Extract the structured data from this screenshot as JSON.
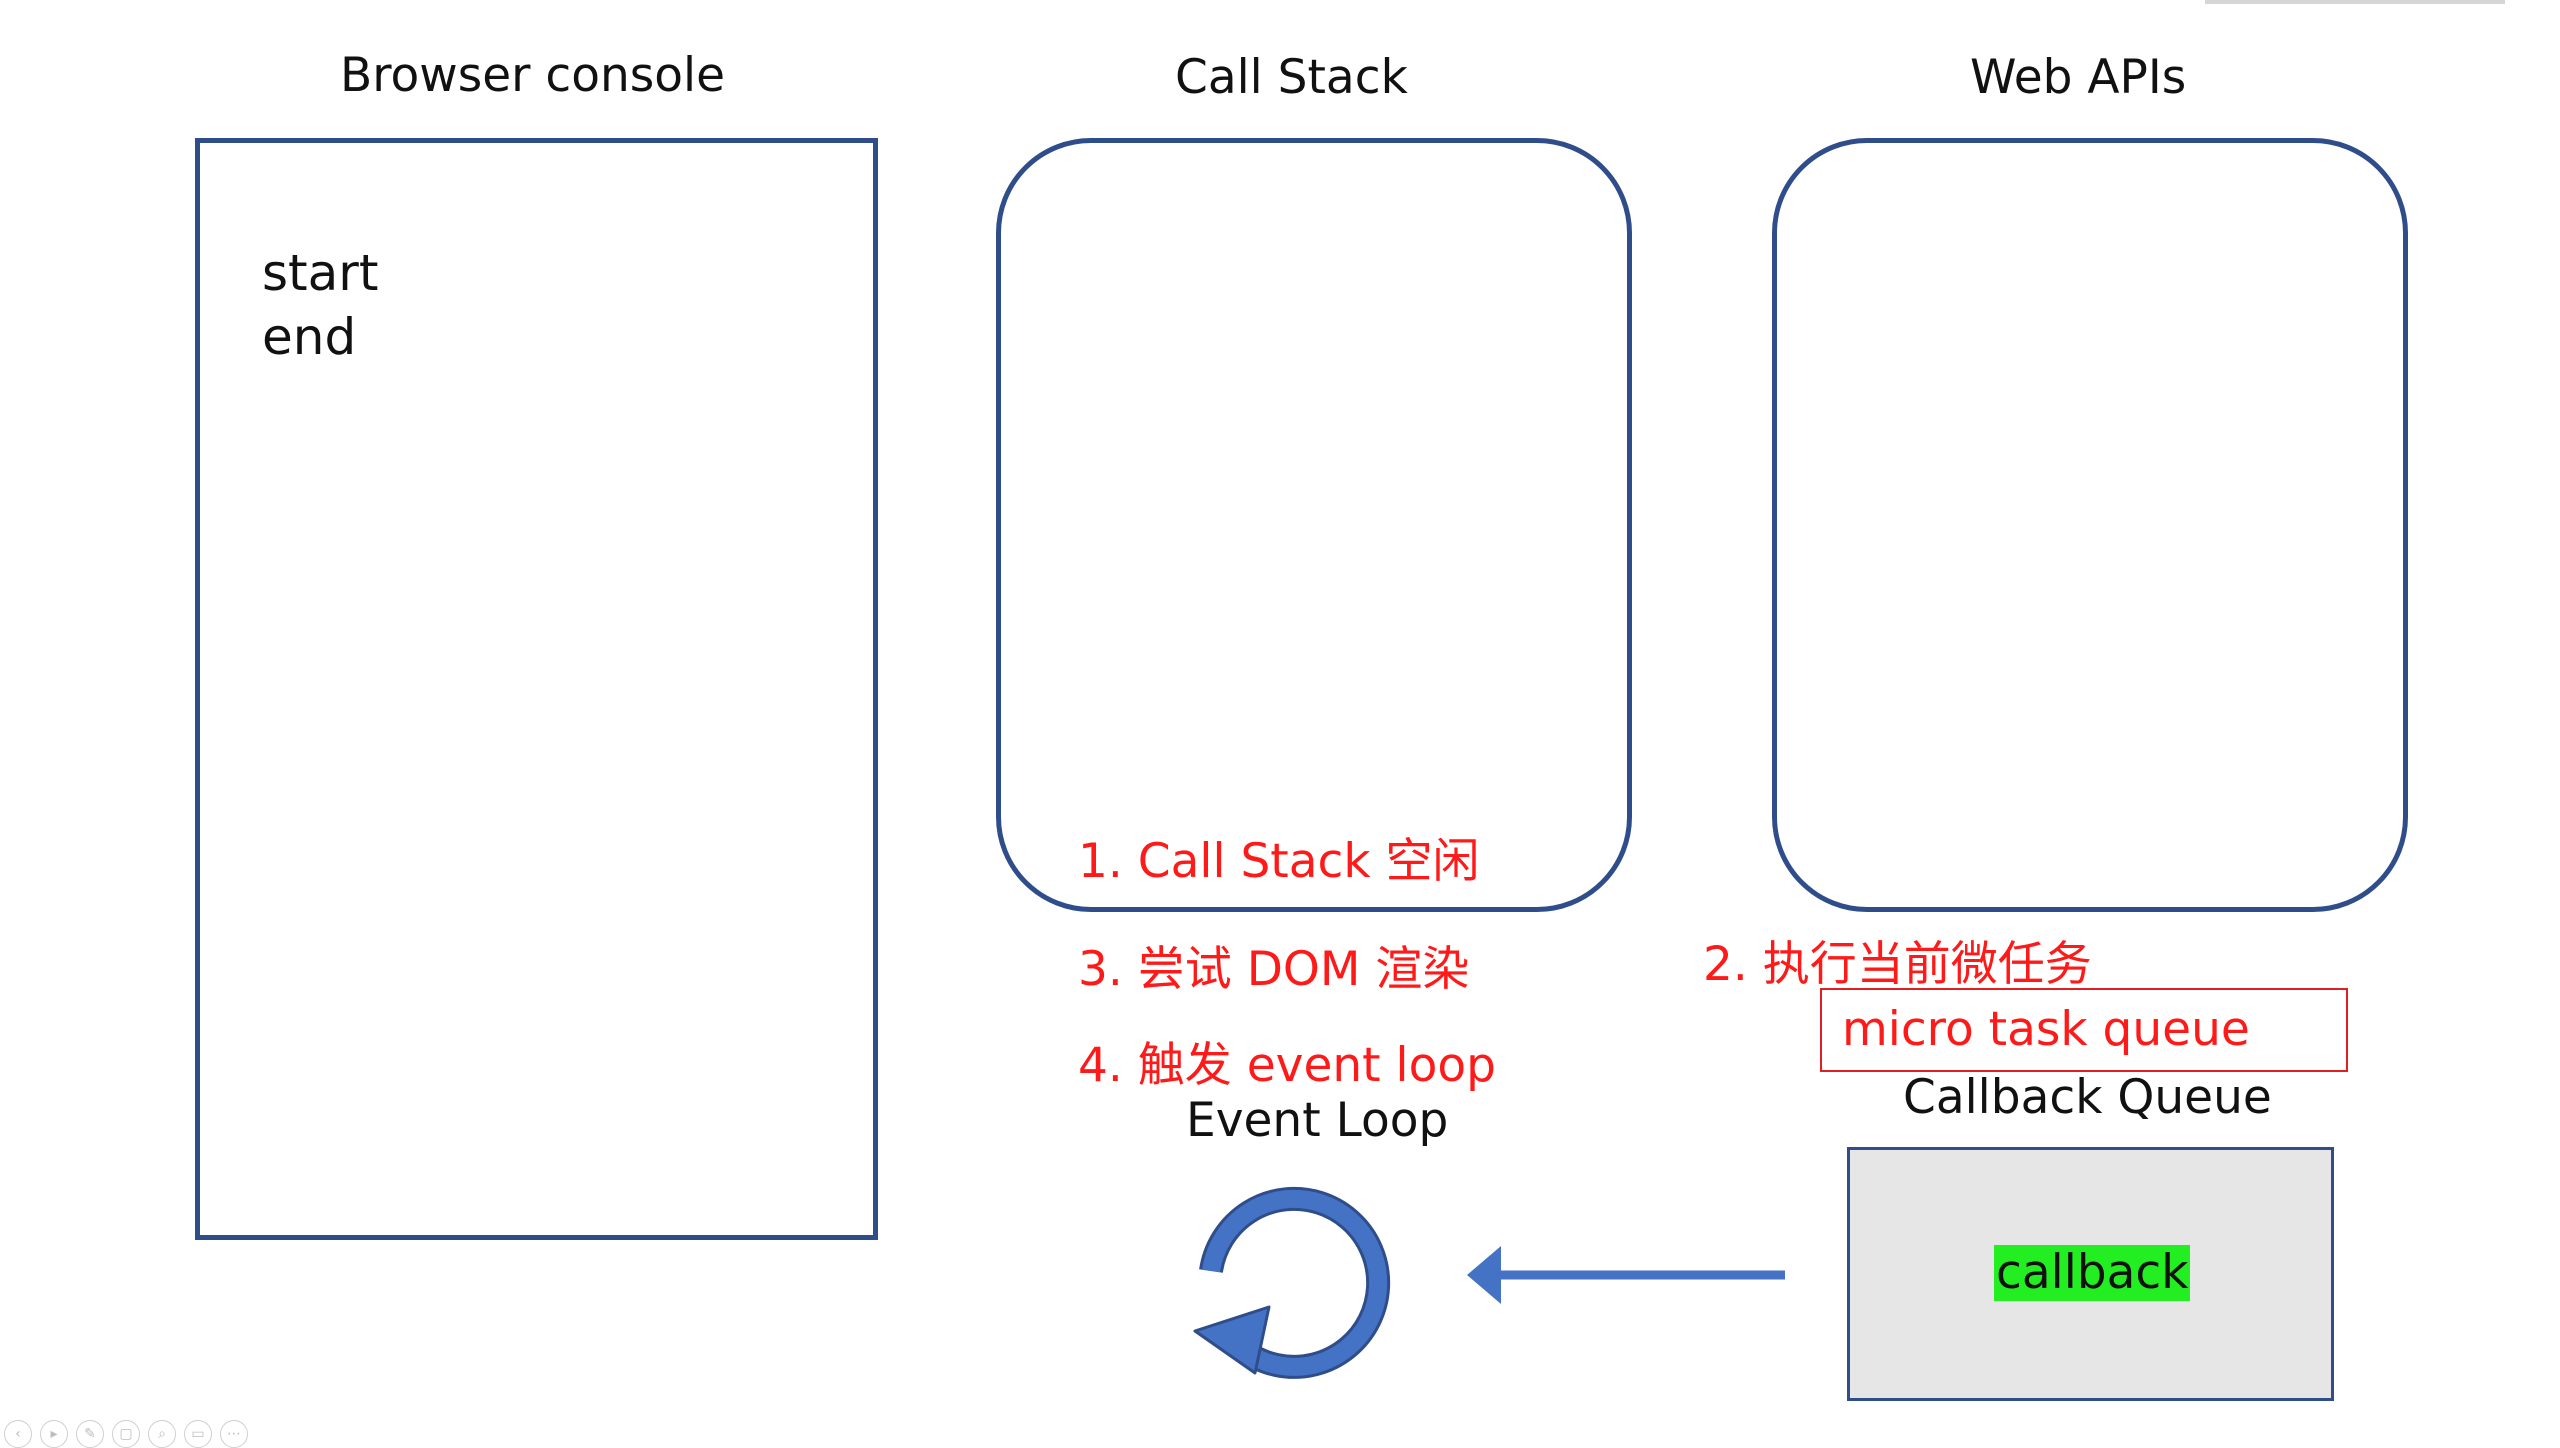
{
  "console": {
    "title": "Browser console",
    "lines": [
      "start",
      "end"
    ]
  },
  "call_stack": {
    "title": "Call Stack",
    "note": "1. Call Stack 空闲"
  },
  "web_apis": {
    "title": "Web APIs"
  },
  "steps": {
    "step2": "2. 执行当前微任务",
    "step3": "3. 尝试 DOM 渲染",
    "step4": "4. 触发 event loop"
  },
  "micro_task": {
    "label": "micro task queue"
  },
  "callback_queue": {
    "title": "Callback Queue",
    "item": "callback"
  },
  "event_loop": {
    "title": "Event Loop",
    "icon": "refresh-cycle-icon"
  },
  "colors": {
    "outline_blue": "#2f4d8a",
    "loop_blue": "#4472c4",
    "step_red": "#ff1a1a",
    "queue_fill": "#e6e6e6",
    "callback_highlight": "#22ee22"
  },
  "toolbar": {
    "icons": [
      "prev-icon",
      "play-icon",
      "pen-icon",
      "copy-icon",
      "zoom-icon",
      "window-icon",
      "more-icon"
    ]
  }
}
